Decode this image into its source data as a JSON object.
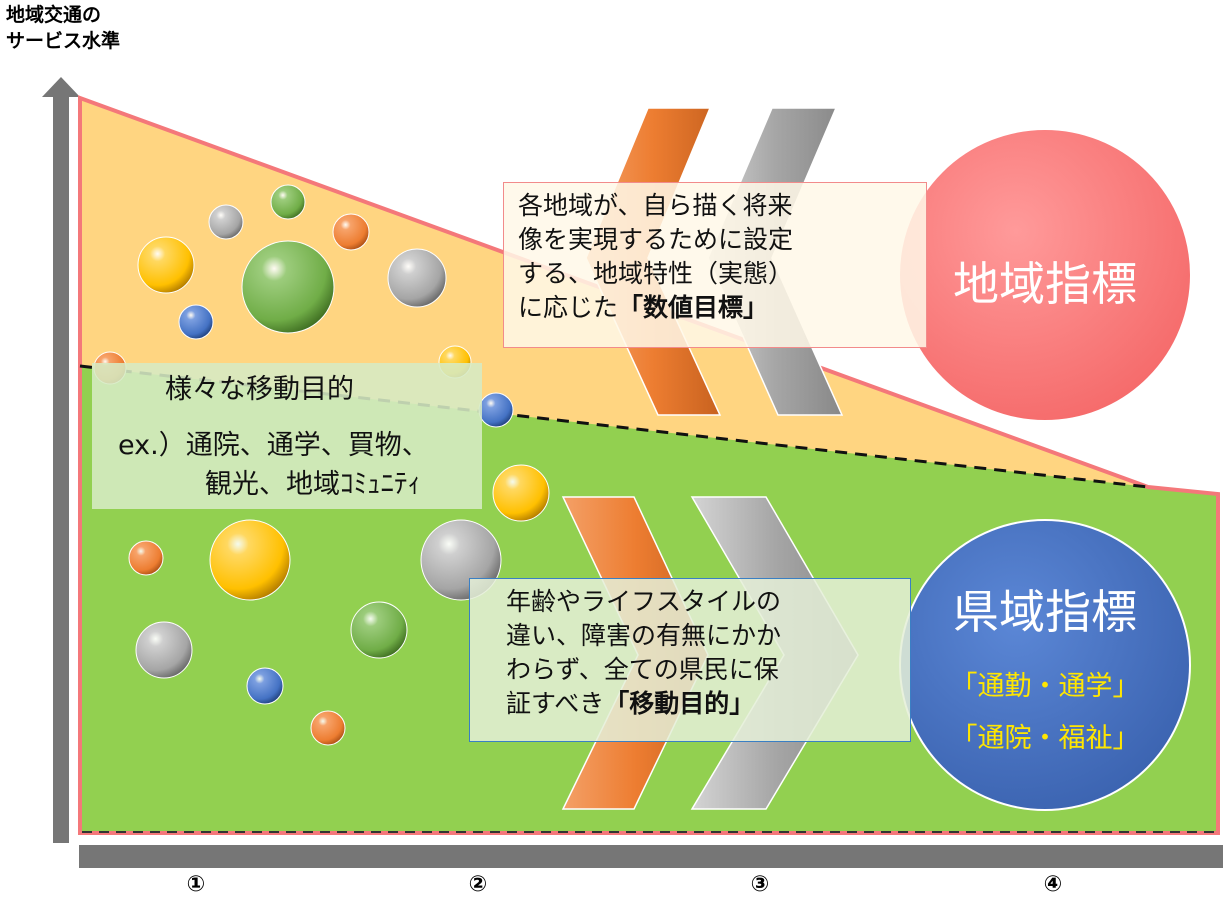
{
  "y_axis": {
    "title_line1": "地域交通の",
    "title_line2": "サービス水準"
  },
  "x_axis": {
    "labels": [
      "①",
      "②",
      "③",
      "④"
    ]
  },
  "purposes": {
    "title": "様々な移動目的",
    "line1": "ex.）通院、通学、買物、",
    "line2": "観光、地域ｺﾐｭﾆﾃｨ"
  },
  "regional": {
    "description_lines": [
      "各地域が、自ら描く将来",
      "像を実現するために設定",
      "する、地域特性（実態）"
    ],
    "description_last_prefix": "に応じた",
    "description_emphasis": "「数値目標」",
    "circle_label": "地域指標",
    "circle_color": "#ff7b7b"
  },
  "prefectural": {
    "description_lines": [
      "年齢やライフスタイルの",
      "違い、障害の有無にかか",
      "わらず、全ての県民に保"
    ],
    "description_last_prefix": "証すべき",
    "description_emphasis": "「移動目的」",
    "circle_label": "県域指標",
    "circle_items": [
      "「通勤・通学」",
      "「通院・福祉」"
    ],
    "circle_color": "#4472c4",
    "circle_text_color": "#ffe600"
  },
  "colors": {
    "upper_zone": "#ffd581",
    "lower_zone": "#92d050",
    "boundary": "#f4787a",
    "axis": "#767676",
    "chevron_orange": "#ed7d31",
    "chevron_gray": "#a6a6a6",
    "bubble_orange": "#ed7d31",
    "bubble_gray": "#a5a5a5",
    "bubble_green": "#70ad47",
    "bubble_blue": "#4472c4",
    "bubble_yellow": "#ffc000"
  }
}
